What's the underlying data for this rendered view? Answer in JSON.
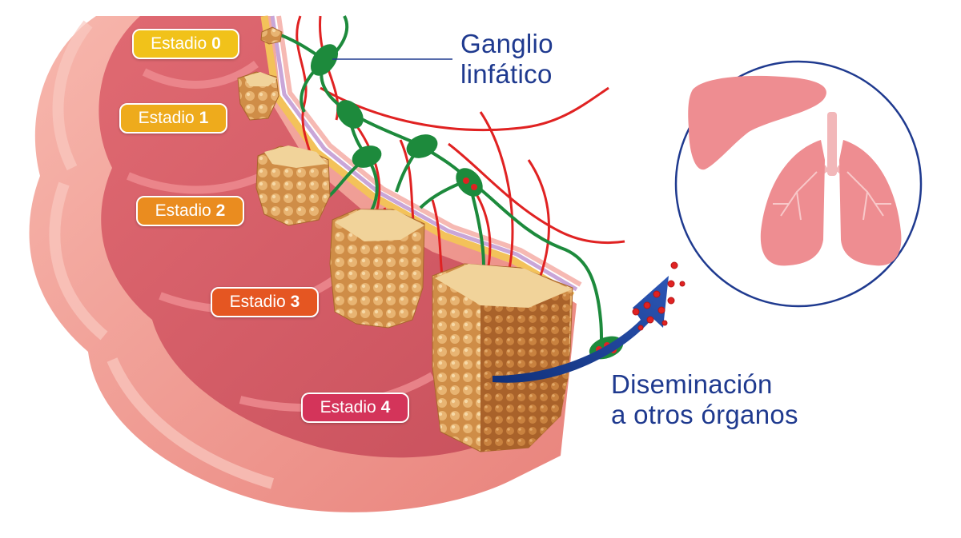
{
  "stages": [
    {
      "label": "Estadio",
      "number": "0",
      "color": "#f1c21a"
    },
    {
      "label": "Estadio",
      "number": "1",
      "color": "#eeab1c"
    },
    {
      "label": "Estadio",
      "number": "2",
      "color": "#ea8c1f"
    },
    {
      "label": "Estadio",
      "number": "3",
      "color": "#e55622"
    },
    {
      "label": "Estadio",
      "number": "4",
      "color": "#d4345a"
    }
  ],
  "lymph_node": {
    "line1": "Ganglio",
    "line2": "linfático"
  },
  "spread": {
    "line1": "Diseminación",
    "line2": "a otros órganos"
  },
  "colors": {
    "text_blue": "#1f3a8f",
    "colon_pink": "#e86f74",
    "colon_light": "#f4a49e",
    "tumor_tan": "#d9a25e",
    "vessel_red": "#e02222",
    "lymph_green": "#1d8a3c",
    "arrow_blue": "#1b3d8f",
    "organ_pink": "#ee8d91"
  },
  "icons": [
    "liver-icon",
    "lungs-icon",
    "cancer-cells-icon"
  ]
}
